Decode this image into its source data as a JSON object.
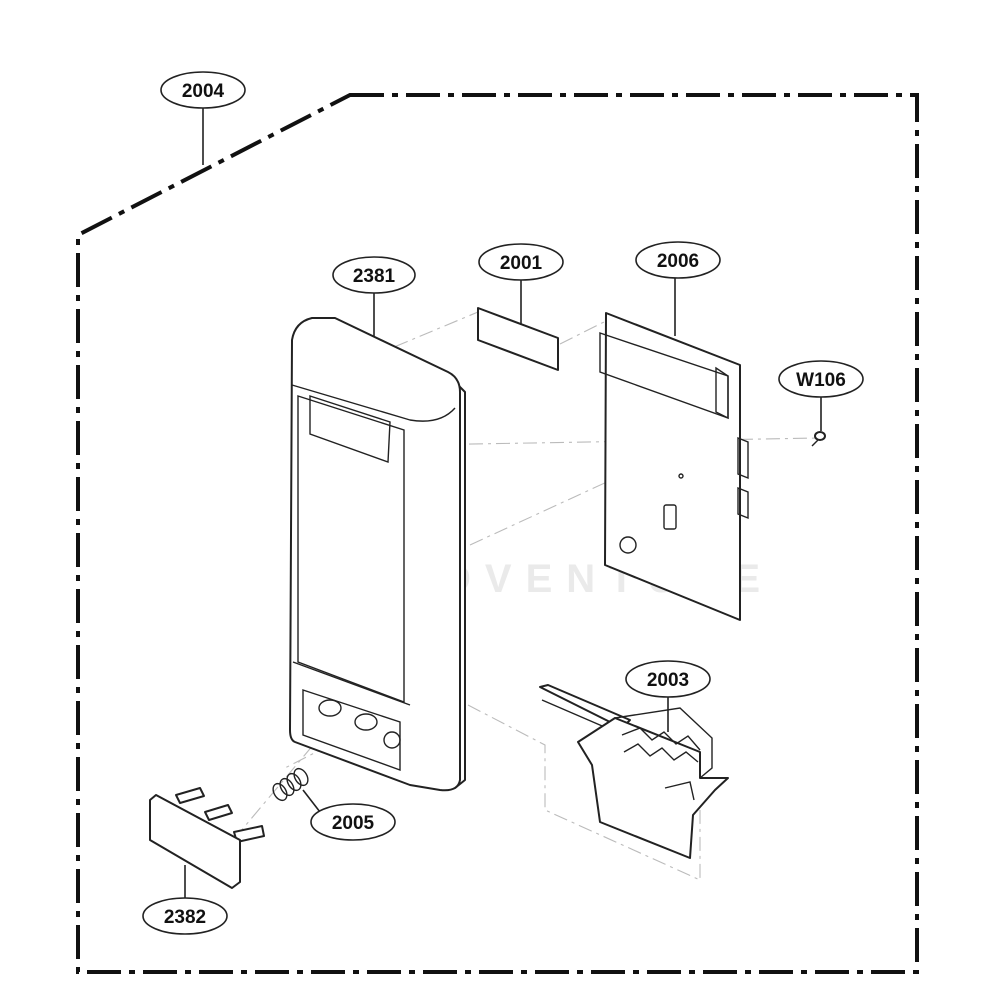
{
  "diagram": {
    "callouts": [
      {
        "id": "2004",
        "text": "2004"
      },
      {
        "id": "2381",
        "text": "2381"
      },
      {
        "id": "2001",
        "text": "2001"
      },
      {
        "id": "2006",
        "text": "2006"
      },
      {
        "id": "W106",
        "text": "W106"
      },
      {
        "id": "2003",
        "text": "2003"
      },
      {
        "id": "2005",
        "text": "2005"
      },
      {
        "id": "2382",
        "text": "2382"
      }
    ],
    "watermark": "LEADVENTURE"
  }
}
